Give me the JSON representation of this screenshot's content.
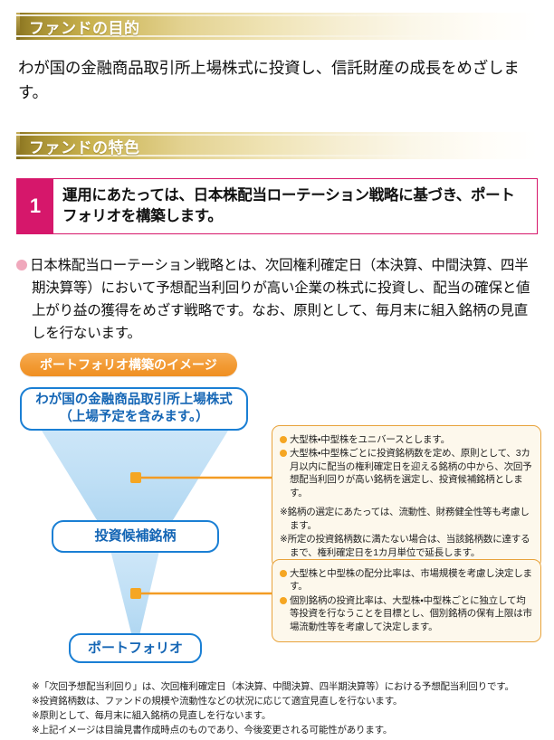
{
  "sections": {
    "purpose": {
      "heading": "ファンドの目的",
      "body": "わが国の金融商品取引所上場株式に投資し、信託財産の成長をめざします。"
    },
    "features": {
      "heading": "ファンドの特色",
      "item1": {
        "number": "1",
        "text": "運用にあたっては、日本株配当ローテーション戦略に基づき、ポートフォリオを構築します。"
      },
      "bullet": "日本株配当ローテーション戦略とは、次回権利確定日（本決算、中間決算、四半期決算等）において予想配当利回りが高い企業の株式に投資し、配当の確保と値上がり益の獲得をめざす戦略です。なお、原則として、毎月末に組入銘柄の見直しを行ないます。"
    }
  },
  "diagram": {
    "banner": "ポートフォリオ構築のイメージ",
    "funnel": {
      "top": "わが国の金融商品取引所上場株式（上場予定を含みます。）",
      "top_line1": "わが国の金融商品取引所上場株式",
      "top_line2": "（上場予定を含みます。）",
      "middle": "投資候補銘柄",
      "bottom": "ポートフォリオ"
    },
    "callout1": {
      "bullets": [
        "大型株・中型株をユニバースとします。",
        "大型株・中型株ごとに投資銘柄数を定め、原則として、3カ月以内に配当の権利確定日を迎える銘柄の中から、次回予想配当利回りが高い銘柄を選定し、投資候補銘柄とします。"
      ],
      "notes": [
        "※銘柄の選定にあたっては、流動性、財務健全性等も考慮します。",
        "※所定の投資銘柄数に満たない場合は、当該銘柄数に達するまで、権利確定日を1カ月単位で延長します。"
      ]
    },
    "callout2": {
      "bullets": [
        "大型株と中型株の配分比率は、市場規模を考慮し決定します。",
        "個別銘柄の投資比率は、大型株・中型株ごとに独立して均等投資を行なうことを目標とし、個別銘柄の保有上限は市場流動性等を考慮して決定します。"
      ]
    }
  },
  "footnotes": [
    "※「次回予想配当利回り」は、次回権利確定日（本決算、中間決算、四半期決算等）における予想配当利回りです。",
    "※投資銘柄数は、ファンドの規模や流動性などの状況に応じて適宜見直しを行ないます。",
    "※原則として、毎月末に組入銘柄の見直しを行ないます。",
    "※上記イメージは目論見書作成時点のものであり、今後変更される可能性があります。"
  ],
  "colors": {
    "gold_dark": "#8a7420",
    "magenta": "#d6176b",
    "orange": "#ef8f22",
    "blue": "#1a7fd4",
    "funnel_blue": "#c5e3f6",
    "callout_bg": "#fdf8ec"
  }
}
